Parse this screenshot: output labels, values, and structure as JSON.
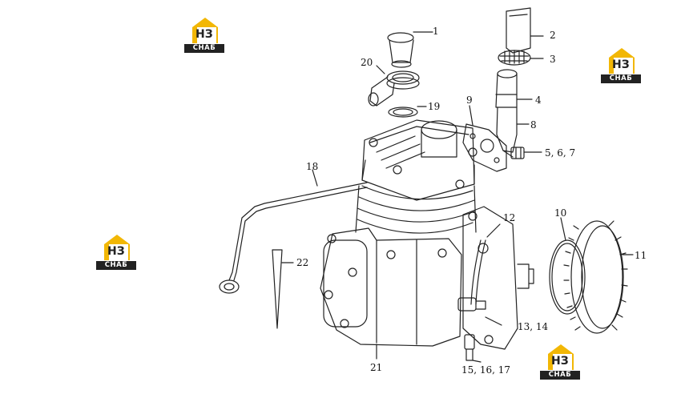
{
  "watermark": {
    "text": "СНАБ",
    "monogram": "НЗ",
    "color": "#f2b705"
  },
  "callouts": [
    {
      "id": "1",
      "text": "1"
    },
    {
      "id": "2",
      "text": "2"
    },
    {
      "id": "3",
      "text": "3"
    },
    {
      "id": "4",
      "text": "4"
    },
    {
      "id": "8",
      "text": "8"
    },
    {
      "id": "9",
      "text": "9"
    },
    {
      "id": "567",
      "text": "5, 6, 7"
    },
    {
      "id": "10",
      "text": "10"
    },
    {
      "id": "11",
      "text": "11"
    },
    {
      "id": "12",
      "text": "12"
    },
    {
      "id": "1314",
      "text": "13, 14"
    },
    {
      "id": "151617",
      "text": "15, 16, 17"
    },
    {
      "id": "18",
      "text": "18"
    },
    {
      "id": "19",
      "text": "19"
    },
    {
      "id": "20",
      "text": "20"
    },
    {
      "id": "21",
      "text": "21"
    },
    {
      "id": "22",
      "text": "22"
    }
  ]
}
